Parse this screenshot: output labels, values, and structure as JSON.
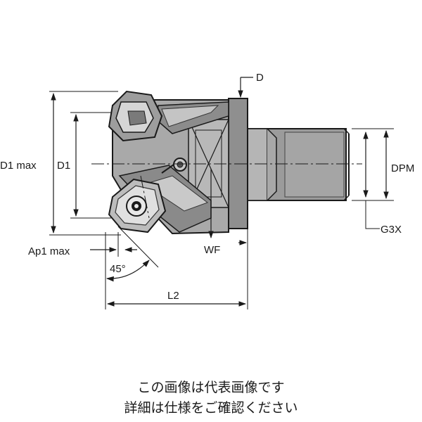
{
  "labels": {
    "d": "D",
    "d1_max": "D1 max",
    "d1": "D1",
    "dpm": "DPM",
    "g3x": "G3X",
    "ap1_max": "Ap1 max",
    "angle": "45°",
    "wf": "WF",
    "l2": "L2"
  },
  "caption": {
    "line1": "この画像は代表画像です",
    "line2": "詳細は仕様をご確認ください"
  }
}
